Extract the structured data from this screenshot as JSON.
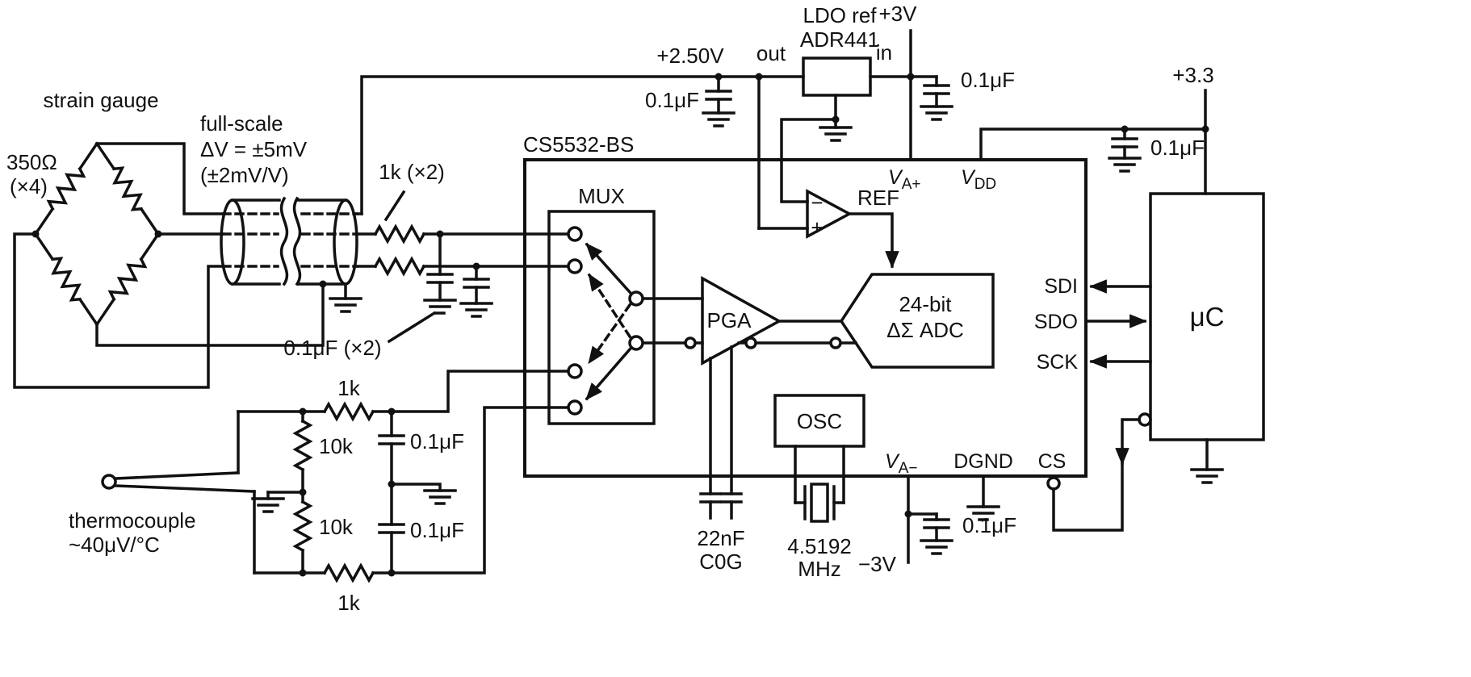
{
  "colors": {
    "line": "#111111",
    "background": "#ffffff"
  },
  "strain_gauge": {
    "title": "strain gauge",
    "resistance": "350Ω",
    "qty": "(×4)"
  },
  "cable": {
    "line1": "full-scale",
    "line2": "ΔV = ±5mV",
    "line3": "(±2mV/V)"
  },
  "front_end": {
    "resistors_label": "1k (×2)",
    "caps_label": "0.1μF (×2)"
  },
  "thermocouple": {
    "title": "thermocouple",
    "sensitivity": "~40μV/°C",
    "r_top": "1k",
    "r_mid_upper": "10k",
    "r_mid_lower": "10k",
    "r_bottom": "1k",
    "cap_upper": "0.1μF",
    "cap_lower": "0.1μF"
  },
  "reference": {
    "rail": "+2.50V",
    "cap_rail": "0.1μF",
    "out_pin": "out",
    "ldo_name1": "LDO ref",
    "ldo_name2": "ADR441",
    "in_pin": "in",
    "supply": "+3V",
    "cap_supply": "0.1μF"
  },
  "adc_chip": {
    "part": "CS5532-BS",
    "mux": "MUX",
    "pga": "PGA",
    "adc_line1": "24-bit",
    "adc_line2": "ΔΣ ADC",
    "ref_amp": "REF",
    "minus": "−",
    "plus": "+",
    "osc": "OSC",
    "pins": {
      "va_plus_base": "V",
      "va_plus_sub": "A+",
      "vdd_base": "V",
      "vdd_sub": "DD",
      "va_minus_base": "V",
      "va_minus_sub": "A−",
      "dgnd": "DGND",
      "cs": "CS",
      "sdi": "SDI",
      "sdo": "SDO",
      "sck": "SCK"
    },
    "ext": {
      "pga_cap_value": "22nF",
      "pga_cap_type": "C0G",
      "xtal_freq": "4.5192",
      "xtal_unit": "MHz",
      "va_minus_cap": "0.1μF",
      "neg_supply": "−3V"
    }
  },
  "micro": {
    "name": "μC",
    "supply": "+3.3",
    "cap": "0.1μF"
  }
}
